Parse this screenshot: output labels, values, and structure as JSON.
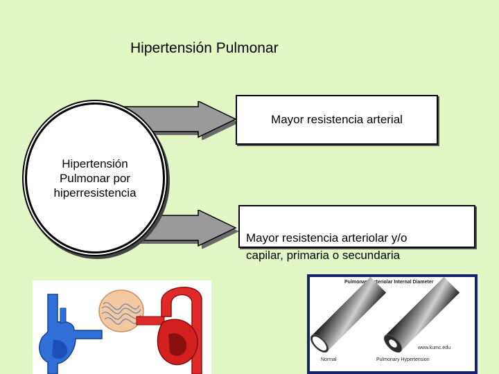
{
  "title": "Hipertensión Pulmonar",
  "center": {
    "label": "Hipertensión\nPulmonar por\nhiperresistencia"
  },
  "outcomes": [
    {
      "label": "Mayor resistencia arterial"
    },
    {
      "label": "Mayor resistencia arteriolar y/o\ncapilar, primaria o secundaria"
    }
  ],
  "vessel_figure": {
    "title": "Pulmonary Arteriolar Internal Diameter",
    "credit": "www.kumc.edu",
    "normal_label": "Normal",
    "ph_label": "Pulmonary Hypertension"
  },
  "colors": {
    "background": "#e3f7c6",
    "arrow": "#9a9a9a",
    "frame": "#15206f"
  },
  "icons": {
    "heart": "heart-circulation-illustration",
    "vessel": "arteriole-tube-illustration"
  }
}
